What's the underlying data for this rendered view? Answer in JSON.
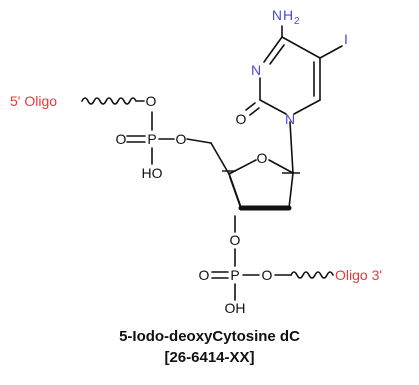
{
  "colors": {
    "bond": "#111111",
    "heteroatom": "#4a4ad8",
    "oligo": "#e8383a",
    "text": "#111111"
  },
  "structure": {
    "oligo_5_prime": "5' Oligo",
    "oligo_3_prime": "Oligo 3'",
    "amine_n": "N",
    "amine_h": "H",
    "amine_sub": "2",
    "iodine": "I",
    "ring_n3": "N",
    "ring_n1": "N",
    "carbonyl_o": "O",
    "sugar_o": "O",
    "phosphate_top": {
      "o_link_5": "O",
      "o_double": "O",
      "p": "P",
      "o_sugar": "O",
      "oh": "HO"
    },
    "phosphate_bottom": {
      "o_sugar": "O",
      "o_double": "O",
      "p": "P",
      "o_link_3": "O",
      "oh": "OH"
    }
  },
  "caption": {
    "name": "5-Iodo-deoxyCytosine dC",
    "catalog": "[26-6414-XX]"
  }
}
